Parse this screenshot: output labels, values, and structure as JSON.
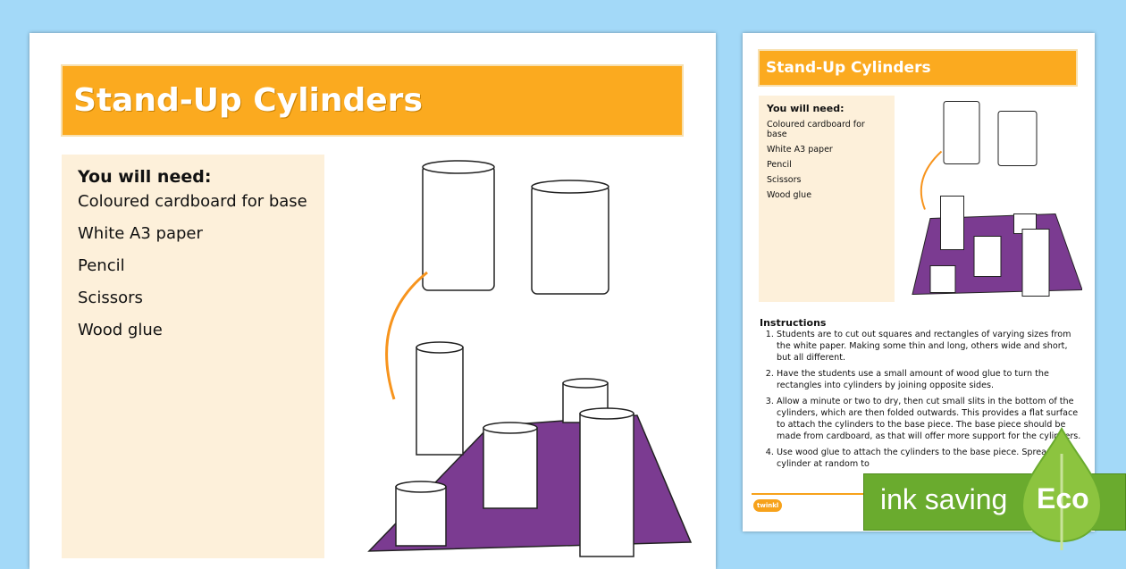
{
  "title": "Stand-Up Cylinders",
  "needs": {
    "heading": "You will need:",
    "items": [
      "Coloured cardboard for base",
      "White A3 paper",
      "Pencil",
      "Scissors",
      "Wood glue"
    ]
  },
  "instructions": {
    "heading": "Instructions",
    "items": [
      "Students are to cut out squares and rectangles of varying sizes from the white paper. Making some thin and long, others wide and short, but all different.",
      "Have the students use a small amount of wood glue to turn the rectangles into cylinders by joining opposite sides.",
      "Allow a minute or two to dry, then cut small slits in the bottom of the cylinders, which are then folded outwards. This provides a flat surface to attach the cylinders to the base piece. The base piece should be made from cardboard, as that will offer more support for the cylinders.",
      "Use wood glue to attach the cylinders to the base piece. Spread cylinder at random to"
    ]
  },
  "logo": "twinkl",
  "badge": {
    "ink": "ink saving",
    "eco": "Eco"
  },
  "colors": {
    "background": "#a3d9f8",
    "banner": "#fbaa1f",
    "panel": "#fdf0da",
    "base": "#7b3b91",
    "eco": "#6aab2e"
  }
}
